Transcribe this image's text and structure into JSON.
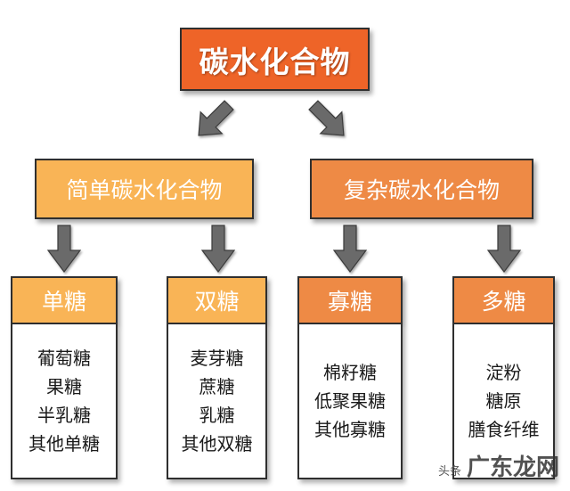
{
  "root": {
    "label": "碳水化合物"
  },
  "categories": [
    {
      "label": "简单碳水化合物"
    },
    {
      "label": "复杂碳水化合物"
    }
  ],
  "groups": [
    {
      "label": "单糖",
      "items": [
        "葡萄糖",
        "果糖",
        "半乳糖",
        "其他单糖"
      ]
    },
    {
      "label": "双糖",
      "items": [
        "麦芽糖",
        "蔗糖",
        "乳糖",
        "其他双糖"
      ]
    },
    {
      "label": "寡糖",
      "items": [
        "棉籽糖",
        "低聚果糖",
        "其他寡糖"
      ]
    },
    {
      "label": "多糖",
      "items": [
        "淀粉",
        "糖原",
        "膳食纤维"
      ]
    }
  ],
  "watermark": {
    "small_text": "头条",
    "large_text": "广东龙网"
  },
  "colors": {
    "root_fill": "#ee6428",
    "simple_fill": "#f9b456",
    "complex_fill": "#ee8a45",
    "arrow_fill": "#6b6b6b"
  },
  "icons": [
    "arrow-down-left-icon",
    "arrow-down-right-icon",
    "arrow-down-icon"
  ]
}
